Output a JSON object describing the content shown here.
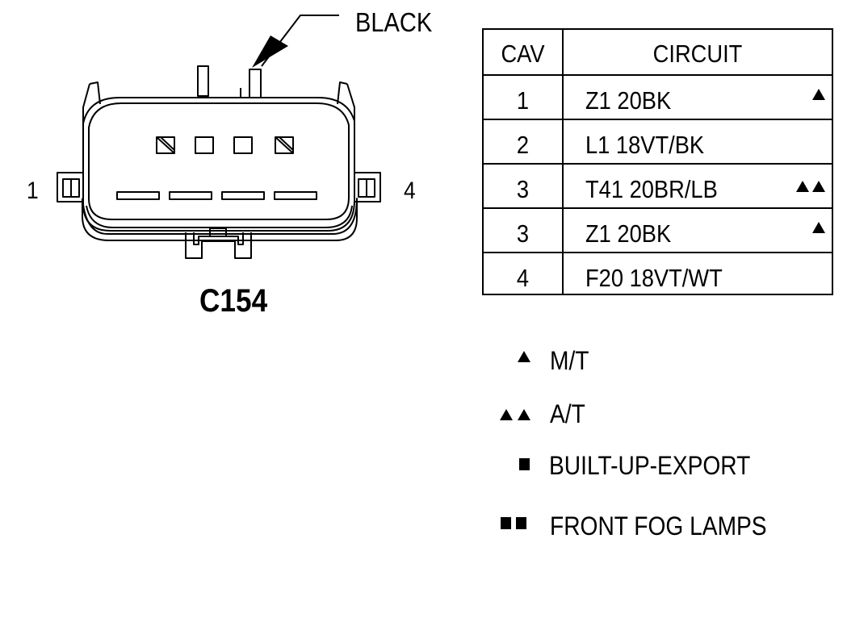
{
  "connector": {
    "id": "C154",
    "color_callout": "BLACK",
    "pin_left_label": "1",
    "pin_right_label": "4"
  },
  "table": {
    "headers": {
      "cav": "CAV",
      "circuit": "CIRCUIT"
    },
    "rows": [
      {
        "cav": "1",
        "circuit": "Z1 20BK",
        "marker": "M/T"
      },
      {
        "cav": "2",
        "circuit": "L1 18VT/BK",
        "marker": ""
      },
      {
        "cav": "3",
        "circuit": "T41 20BR/LB",
        "marker": "A/T"
      },
      {
        "cav": "3",
        "circuit": "Z1 20BK",
        "marker": "M/T"
      },
      {
        "cav": "4",
        "circuit": "F20 18VT/WT",
        "marker": ""
      }
    ]
  },
  "legend": [
    {
      "symbol": "single-triangle",
      "label": "M/T"
    },
    {
      "symbol": "double-triangle",
      "label": "A/T"
    },
    {
      "symbol": "single-square",
      "label": "BUILT-UP-EXPORT"
    },
    {
      "symbol": "double-square",
      "label": "FRONT FOG LAMPS"
    }
  ]
}
